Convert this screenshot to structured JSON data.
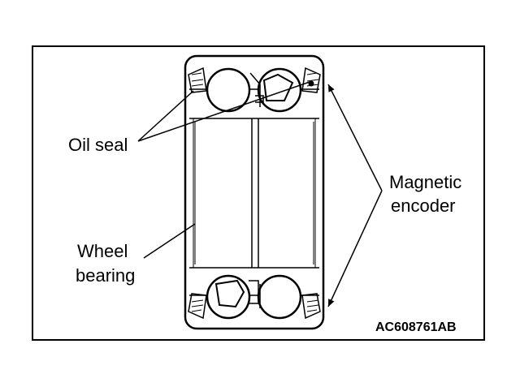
{
  "labels": {
    "oil_seal": "Oil seal",
    "magnetic_line1": "Magnetic",
    "magnetic_line2": "encoder",
    "wheel_line1": "Wheel",
    "wheel_line2": "bearing"
  },
  "figure_code": "AC608761AB",
  "colors": {
    "ink": "#000000",
    "paper": "#ffffff"
  }
}
